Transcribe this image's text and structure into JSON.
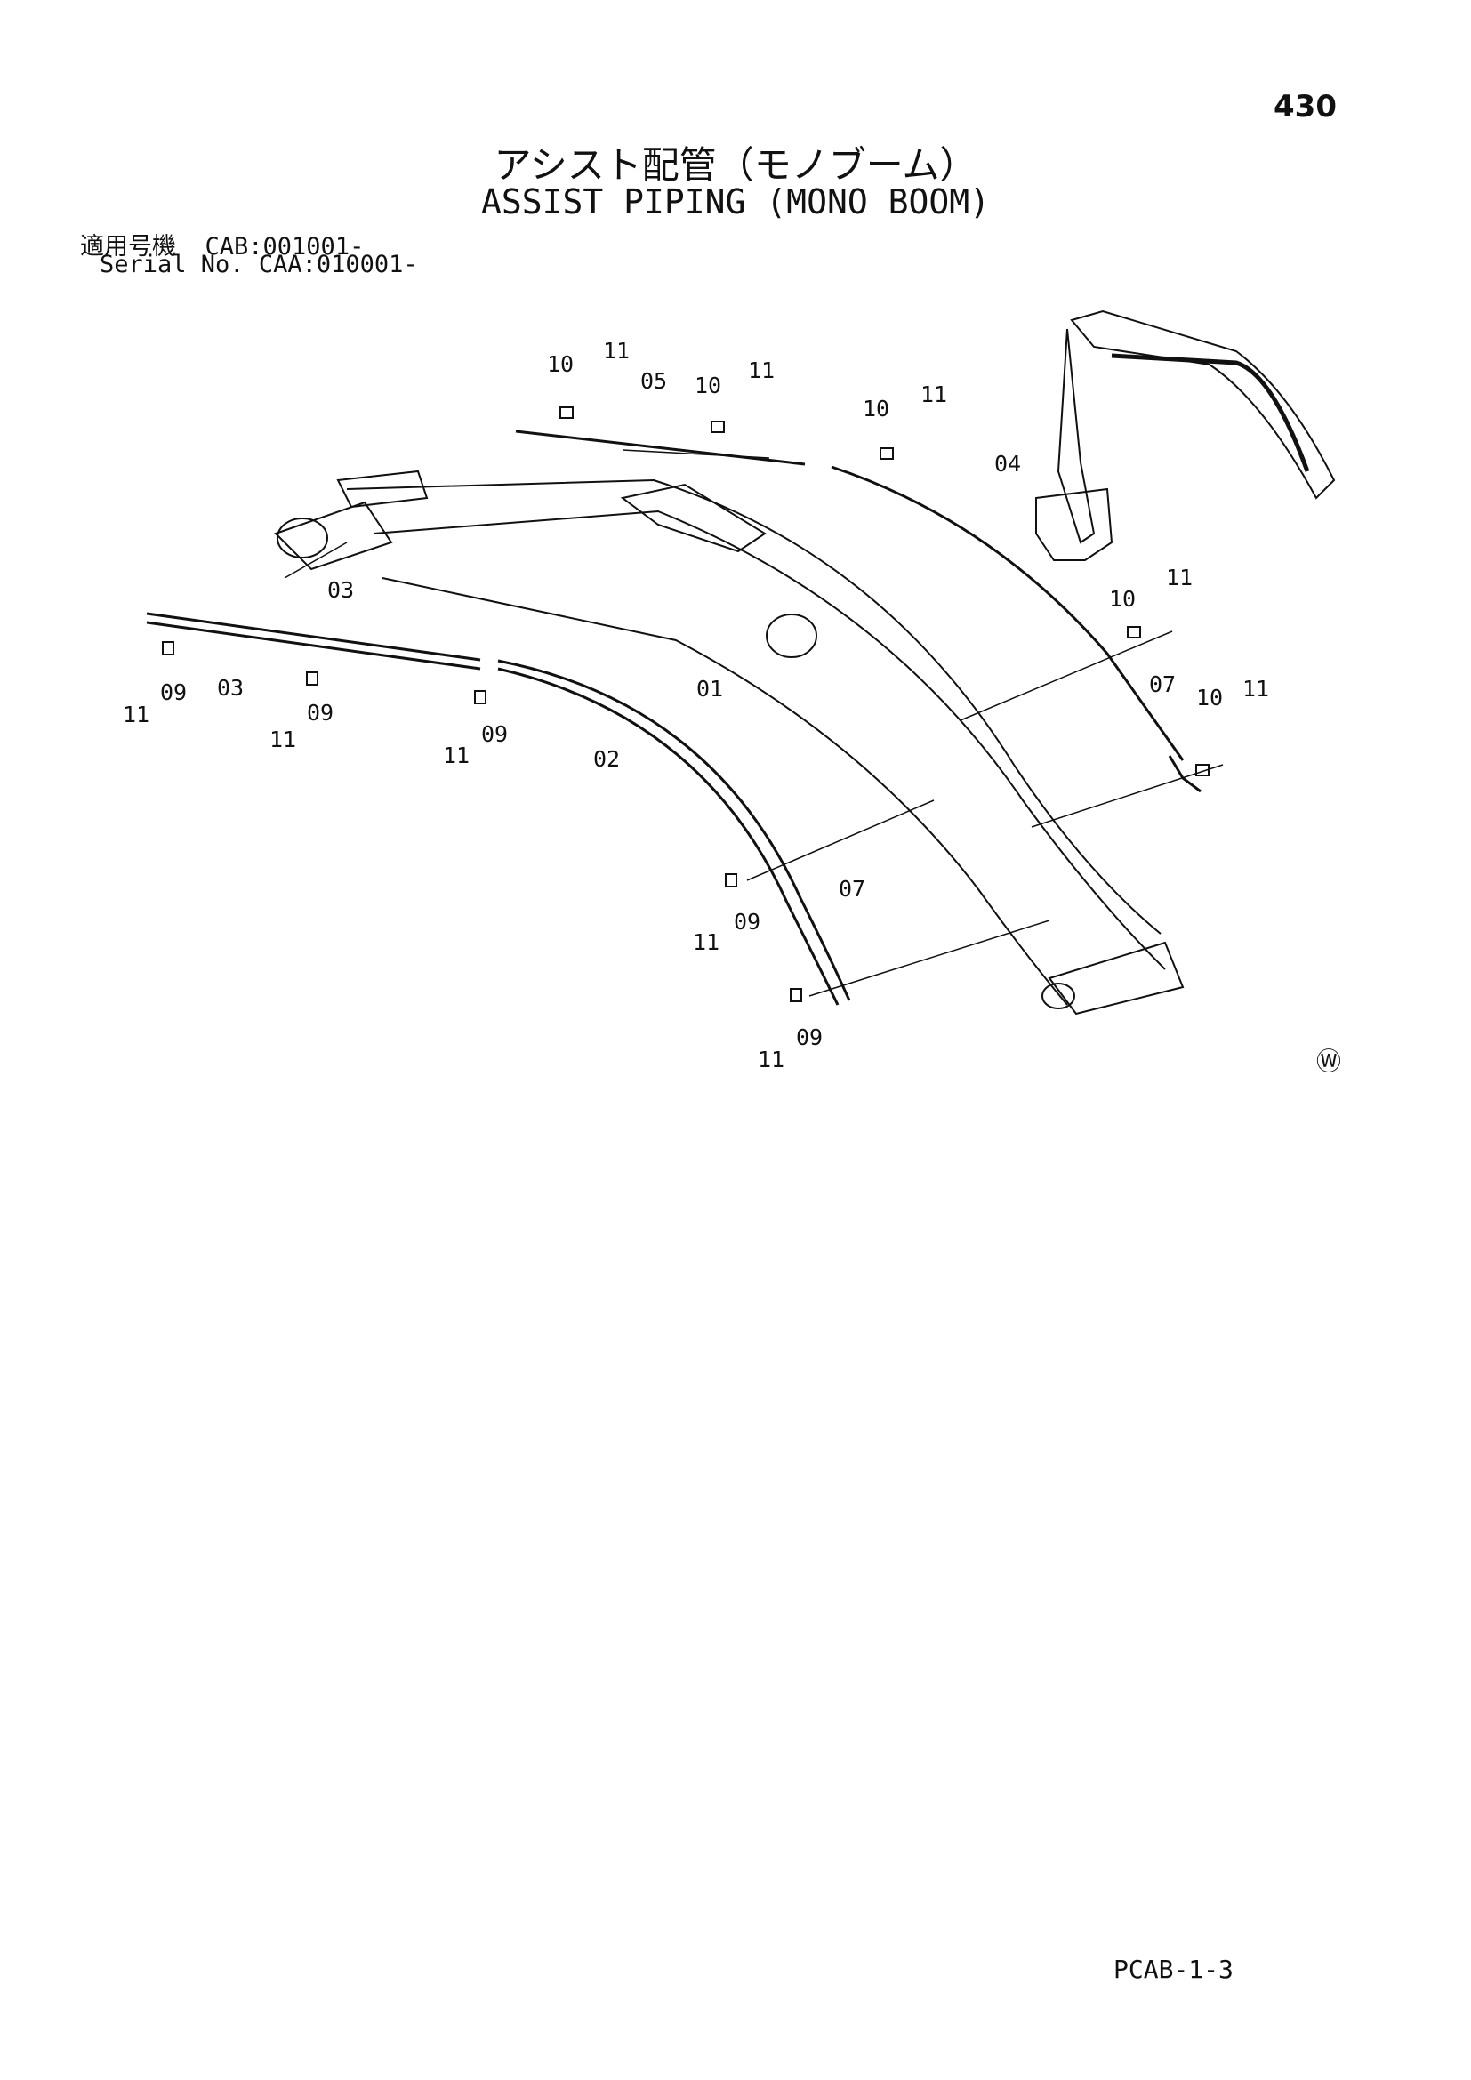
{
  "page_number": "430",
  "title_jp": "アシスト配管（モノブーム）",
  "title_en": "ASSIST PIPING (MONO BOOM)",
  "serial_jp_label": "適用号機",
  "serial_jp_value": "CAB:001001-",
  "serial_en_label": "Serial No.",
  "serial_en_value": "CAA:010001-",
  "footer_code": "PCAB-1-3",
  "watermark_symbol": "Ⓦ",
  "callouts": [
    "10",
    "11",
    "05",
    "10",
    "11",
    "10",
    "11",
    "04",
    "03",
    "11",
    "09",
    "03",
    "11",
    "09",
    "11",
    "09",
    "02",
    "01",
    "10",
    "11",
    "07",
    "10",
    "11",
    "07",
    "11",
    "09",
    "11",
    "09"
  ]
}
